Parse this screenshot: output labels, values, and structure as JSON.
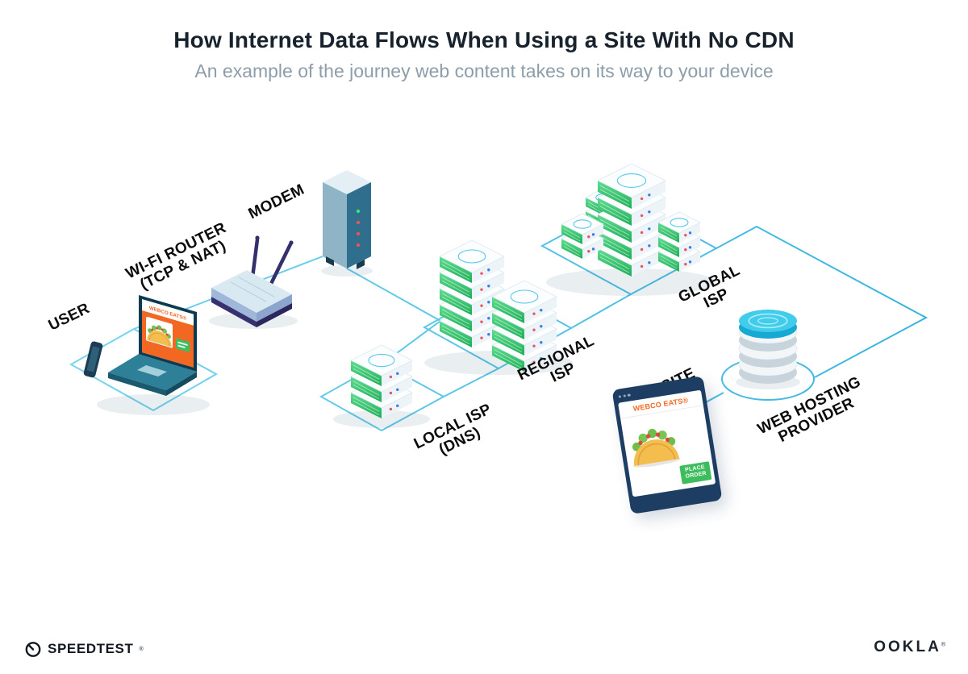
{
  "header": {
    "title": "How Internet Data Flows When Using a Site With No CDN",
    "subtitle": "An example of the journey web content takes on its way to your device"
  },
  "labels": {
    "user": "USER",
    "wifi_router_line1": "WI-FI ROUTER",
    "wifi_router_line2": "(TCP & NAT)",
    "modem": "MODEM",
    "local_isp_line1": "LOCAL ISP",
    "local_isp_line2": "(DNS)",
    "regional_isp_line1": "REGIONAL",
    "regional_isp_line2": "ISP",
    "global_isp_line1": "GLOBAL",
    "global_isp_line2": "ISP",
    "website": "WEBSITE",
    "web_hosting_line1": "WEB HOSTING",
    "web_hosting_line2": "PROVIDER"
  },
  "laptop_screen": {
    "brand": "WEBCO EATS®"
  },
  "website_window": {
    "brand": "WEBCO EATS®",
    "button_line1": "PLACE",
    "button_line2": "ORDER"
  },
  "footer": {
    "speedtest_label": "SPEEDTEST",
    "speedtest_mark": "®",
    "ookla_label": "OOKLA",
    "ookla_mark": "®"
  },
  "colors": {
    "wire_blue": "#56C9E9",
    "server_green": "#2FC76C",
    "brand_orange": "#F26722",
    "button_green": "#3DBD5D",
    "browser_navy": "#1E3D63",
    "title_color": "#18222C",
    "subtitle_color": "#8D9DA9"
  }
}
